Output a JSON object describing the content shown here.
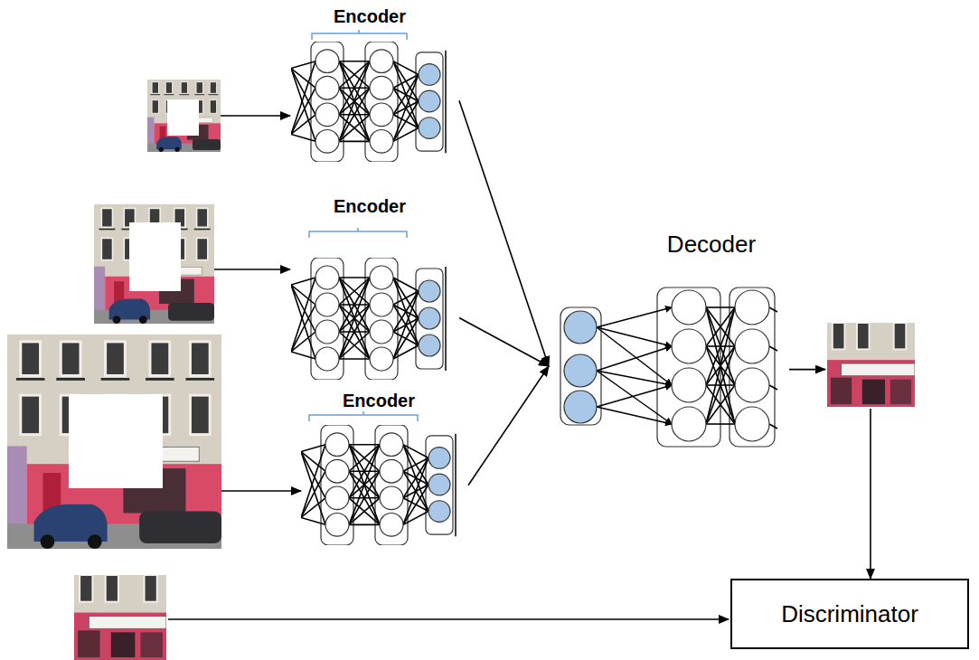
{
  "diagram": {
    "nodes": [
      {
        "text": [
          "Encoder"
        ]
      },
      {
        "text": [
          "Encoder"
        ]
      },
      {
        "text": [
          "Encoder"
        ]
      },
      {
        "text": [
          "Decoder"
        ]
      },
      {
        "text": [
          "Discriminator"
        ]
      }
    ],
    "edges": [
      {
        "from": 0,
        "to": 3,
        "arrow": "to"
      },
      {
        "from": 1,
        "to": 3,
        "arrow": "to"
      },
      {
        "from": 2,
        "to": 3,
        "arrow": "to"
      },
      {
        "from": 3,
        "to": 4,
        "arrow": "to"
      }
    ]
  }
}
